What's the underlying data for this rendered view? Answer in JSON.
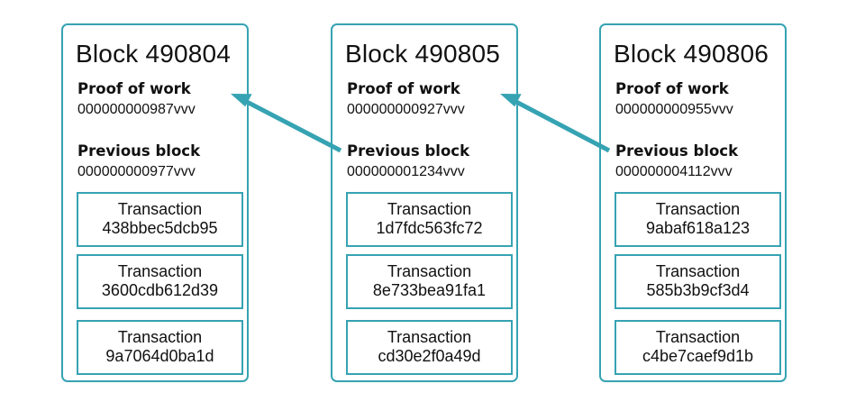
{
  "colors": {
    "accent": "#36a3b3",
    "text": "#111111",
    "background": "#ffffff"
  },
  "labels": {
    "proof_of_work": "Proof of work",
    "previous_block": "Previous block",
    "transaction": "Transaction"
  },
  "blocks": [
    {
      "title": "Block 490804",
      "proof_of_work": "000000000987vvv",
      "previous_block": "000000000977vvv",
      "transactions": [
        "438bbec5dcb95",
        "3600cdb612d39",
        "9a7064d0ba1d"
      ]
    },
    {
      "title": "Block 490805",
      "proof_of_work": "000000000927vvv",
      "previous_block": "000000001234vvv",
      "transactions": [
        "1d7fdc563fc72",
        "8e733bea91fa1",
        "cd30e2f0a49d"
      ]
    },
    {
      "title": "Block 490806",
      "proof_of_work": "000000000955vvv",
      "previous_block": "000000004112vvv",
      "transactions": [
        "9abaf618a123",
        "585b3b9cf3d4",
        "c4be7caef9d1b"
      ]
    }
  ]
}
